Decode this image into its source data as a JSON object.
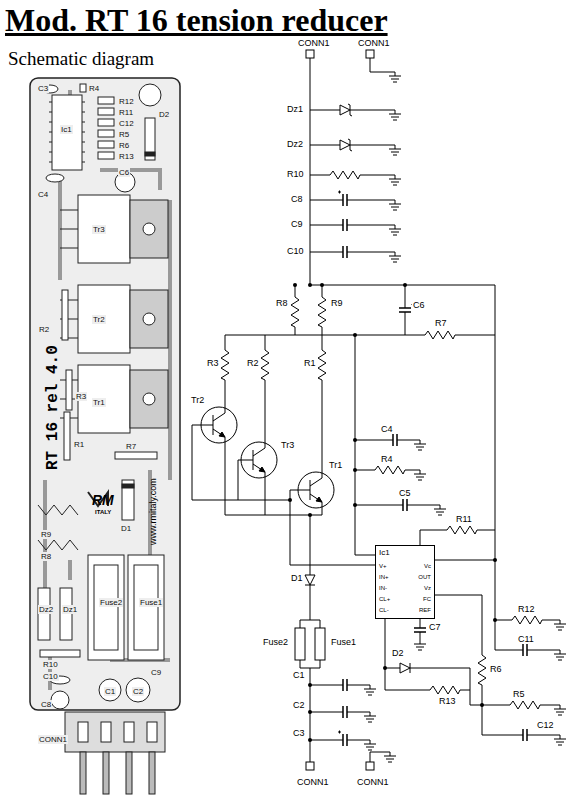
{
  "diagram": {
    "title": "Mod. RT 16 tension reducer",
    "nodes": [
      {
        "text": [
          "Ic1",
          "V+",
          "IN+",
          "IN-",
          "CL+",
          "CL-",
          "Vc",
          "OUT",
          "Vz",
          "FC",
          "REF"
        ]
      }
    ],
    "labels": [
      "Schematic diagram",
      "C3",
      "R4",
      "R12",
      "R11",
      "C12",
      "R5",
      "R6",
      "R13",
      "D2",
      "Ic1",
      "C6",
      "C4",
      "Tr3",
      "Tr2",
      "Tr1",
      "R2",
      "R3",
      "R1",
      "R7",
      "RT 16 rel 4.0",
      "www.rmitaly.com",
      "RM",
      "ITALY",
      "D1",
      "R9",
      "R8",
      "Dz2",
      "Dz1",
      "Fuse2",
      "Fuse1",
      "R10",
      "C10",
      "C1",
      "C2",
      "C8",
      "C9",
      "CONN1",
      "CONN1",
      "CONN1",
      "Dz1",
      "Dz2",
      "R10",
      "C8",
      "C9",
      "C10",
      "R8",
      "R9",
      "C6",
      "R7",
      "R3",
      "R2",
      "R1",
      "Tr2",
      "Tr3",
      "Tr1",
      "C4",
      "R4",
      "C5",
      "R11",
      "D1",
      "Fuse2",
      "Fuse1",
      "C7",
      "R12",
      "C11",
      "D2",
      "R13",
      "R6",
      "R5",
      "C12",
      "C1",
      "C2",
      "C3",
      "CONN1",
      "CONN1"
    ]
  }
}
